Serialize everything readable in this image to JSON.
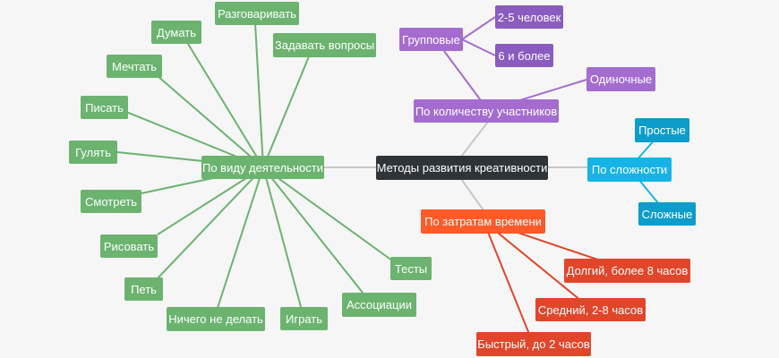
{
  "diagram": {
    "center": {
      "label": "Методы развития креативности"
    },
    "branches": {
      "activity": {
        "label": "По виду деятельности",
        "color": "#6bb36f",
        "items": [
          "Разговаривать",
          "Думать",
          "Задавать вопросы",
          "Мечтать",
          "Писать",
          "Гулять",
          "Смотреть",
          "Рисовать",
          "Петь",
          "Ничего не делать",
          "Играть",
          "Ассоциации",
          "Тесты"
        ]
      },
      "participants": {
        "label": "По количеству участников",
        "color": "#a56ccf",
        "group": {
          "label": "Групповые",
          "items": [
            "2-5 человек",
            "6 и более"
          ]
        },
        "single": "Одиночные"
      },
      "complexity": {
        "label": "По сложности",
        "color": "#16b4e6",
        "items": [
          "Простые",
          "Сложные"
        ]
      },
      "time": {
        "label": "По затратам времени",
        "color": "#ff5a28",
        "items": [
          "Долгий, более 8 часов",
          "Средний, 2-8 часов",
          "Быстрый, до 2 часов"
        ]
      }
    }
  }
}
